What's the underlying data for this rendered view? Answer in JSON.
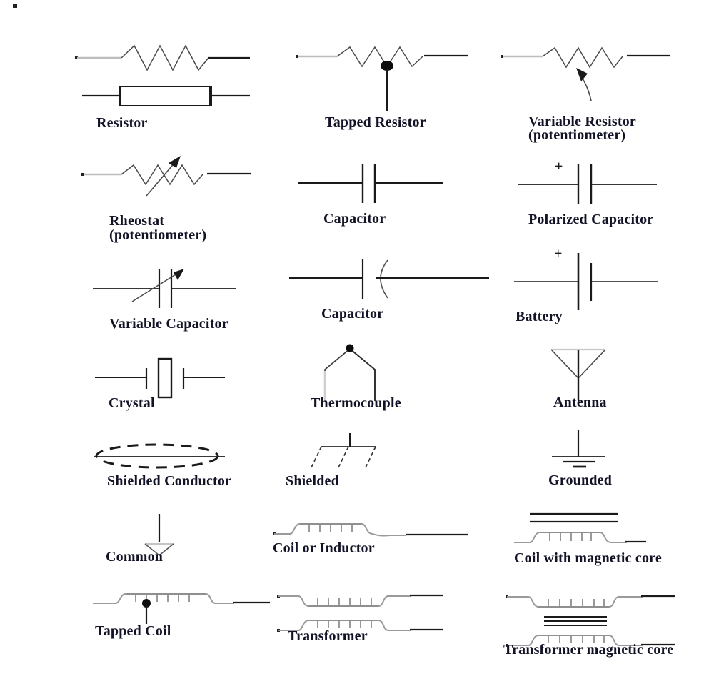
{
  "colors": {
    "background": "#ffffff",
    "line_dark": "#1a1a1a",
    "line_mid": "#4a4a4a",
    "line_soft": "#8f8f8f",
    "line_pale": "#c0c0c0",
    "label_text": "#131327"
  },
  "symbols": {
    "resistor": {
      "label": "Resistor"
    },
    "tapped_resistor": {
      "label": "Tapped Resistor"
    },
    "variable_resistor": {
      "label": "Variable Resistor",
      "sublabel": "(potentiometer)"
    },
    "rheostat": {
      "label": "Rheostat",
      "sublabel": "(potentiometer)"
    },
    "capacitor_parallel": {
      "label": "Capacitor"
    },
    "polarized_capacitor": {
      "label": "Polarized Capacitor",
      "polarity_mark": "+"
    },
    "variable_capacitor": {
      "label": "Variable Capacitor"
    },
    "capacitor_curved": {
      "label": "Capacitor"
    },
    "battery": {
      "label": "Battery",
      "polarity_mark": "+"
    },
    "crystal": {
      "label": "Crystal"
    },
    "thermocouple": {
      "label": "Thermocouple"
    },
    "antenna": {
      "label": "Antenna"
    },
    "shielded_conductor": {
      "label": "Shielded Conductor"
    },
    "shielded": {
      "label": "Shielded"
    },
    "grounded": {
      "label": "Grounded"
    },
    "common": {
      "label": "Common"
    },
    "coil_or_inductor": {
      "label": "Coil or Inductor"
    },
    "coil_magnetic_core": {
      "label": "Coil with magnetic core"
    },
    "tapped_coil": {
      "label": "Tapped Coil"
    },
    "transformer": {
      "label": "Transformer"
    },
    "transformer_magnetic_core": {
      "label": "Transformer magnetic core"
    }
  }
}
